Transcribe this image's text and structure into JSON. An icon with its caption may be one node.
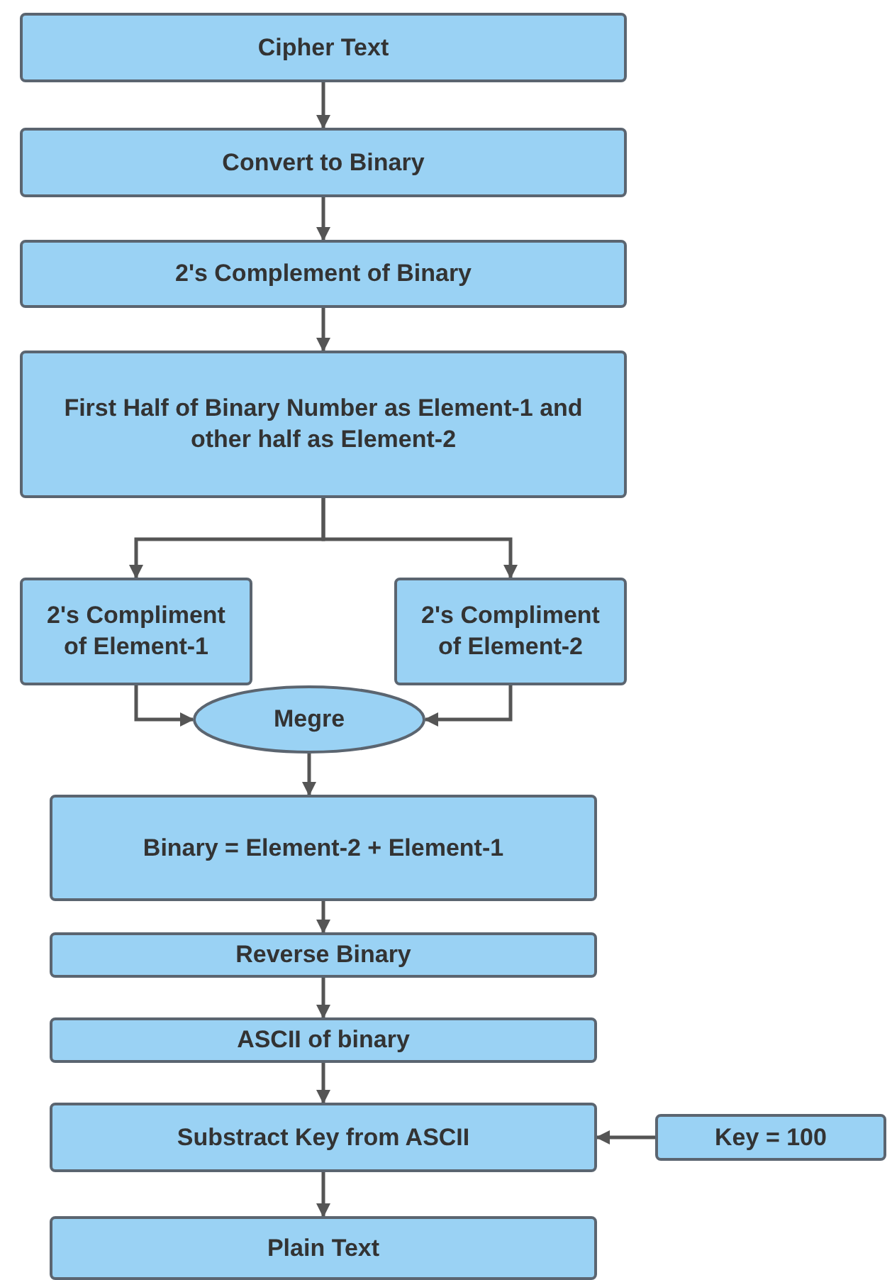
{
  "diagram": {
    "nodes": [
      {
        "text": [
          "Cipher Text"
        ]
      },
      {
        "text": [
          "Convert to Binary"
        ]
      },
      {
        "text": [
          "2's Complement of Binary"
        ]
      },
      {
        "text": [
          "First Half of Binary Number as Element-1 and other half as Element-2"
        ]
      },
      {
        "text": [
          "2's Compliment of Element-1"
        ]
      },
      {
        "text": [
          "2's Compliment of Element-2"
        ]
      },
      {
        "text": [
          "Megre"
        ]
      },
      {
        "text": [
          "Binary = Element-2 + Element-1"
        ]
      },
      {
        "text": [
          "Reverse Binary"
        ]
      },
      {
        "text": [
          "ASCII of binary"
        ]
      },
      {
        "text": [
          "Substract Key from ASCII"
        ]
      },
      {
        "text": [
          "Key = 100"
        ]
      },
      {
        "text": [
          "Plain Text"
        ]
      }
    ],
    "edges": [
      {
        "from": 0,
        "to": 1,
        "arrow": "to"
      },
      {
        "from": 1,
        "to": 2,
        "arrow": "to"
      },
      {
        "from": 2,
        "to": 3,
        "arrow": "to"
      },
      {
        "from": 3,
        "to": 4,
        "arrow": "to"
      },
      {
        "from": 3,
        "to": 5,
        "arrow": "to"
      },
      {
        "from": 4,
        "to": 6,
        "arrow": "to"
      },
      {
        "from": 5,
        "to": 6,
        "arrow": "to"
      },
      {
        "from": 6,
        "to": 7,
        "arrow": "to"
      },
      {
        "from": 7,
        "to": 8,
        "arrow": "to"
      },
      {
        "from": 8,
        "to": 9,
        "arrow": "to"
      },
      {
        "from": 9,
        "to": 10,
        "arrow": "to"
      },
      {
        "from": 11,
        "to": 10,
        "arrow": "to"
      },
      {
        "from": 10,
        "to": 12,
        "arrow": "to"
      }
    ]
  }
}
